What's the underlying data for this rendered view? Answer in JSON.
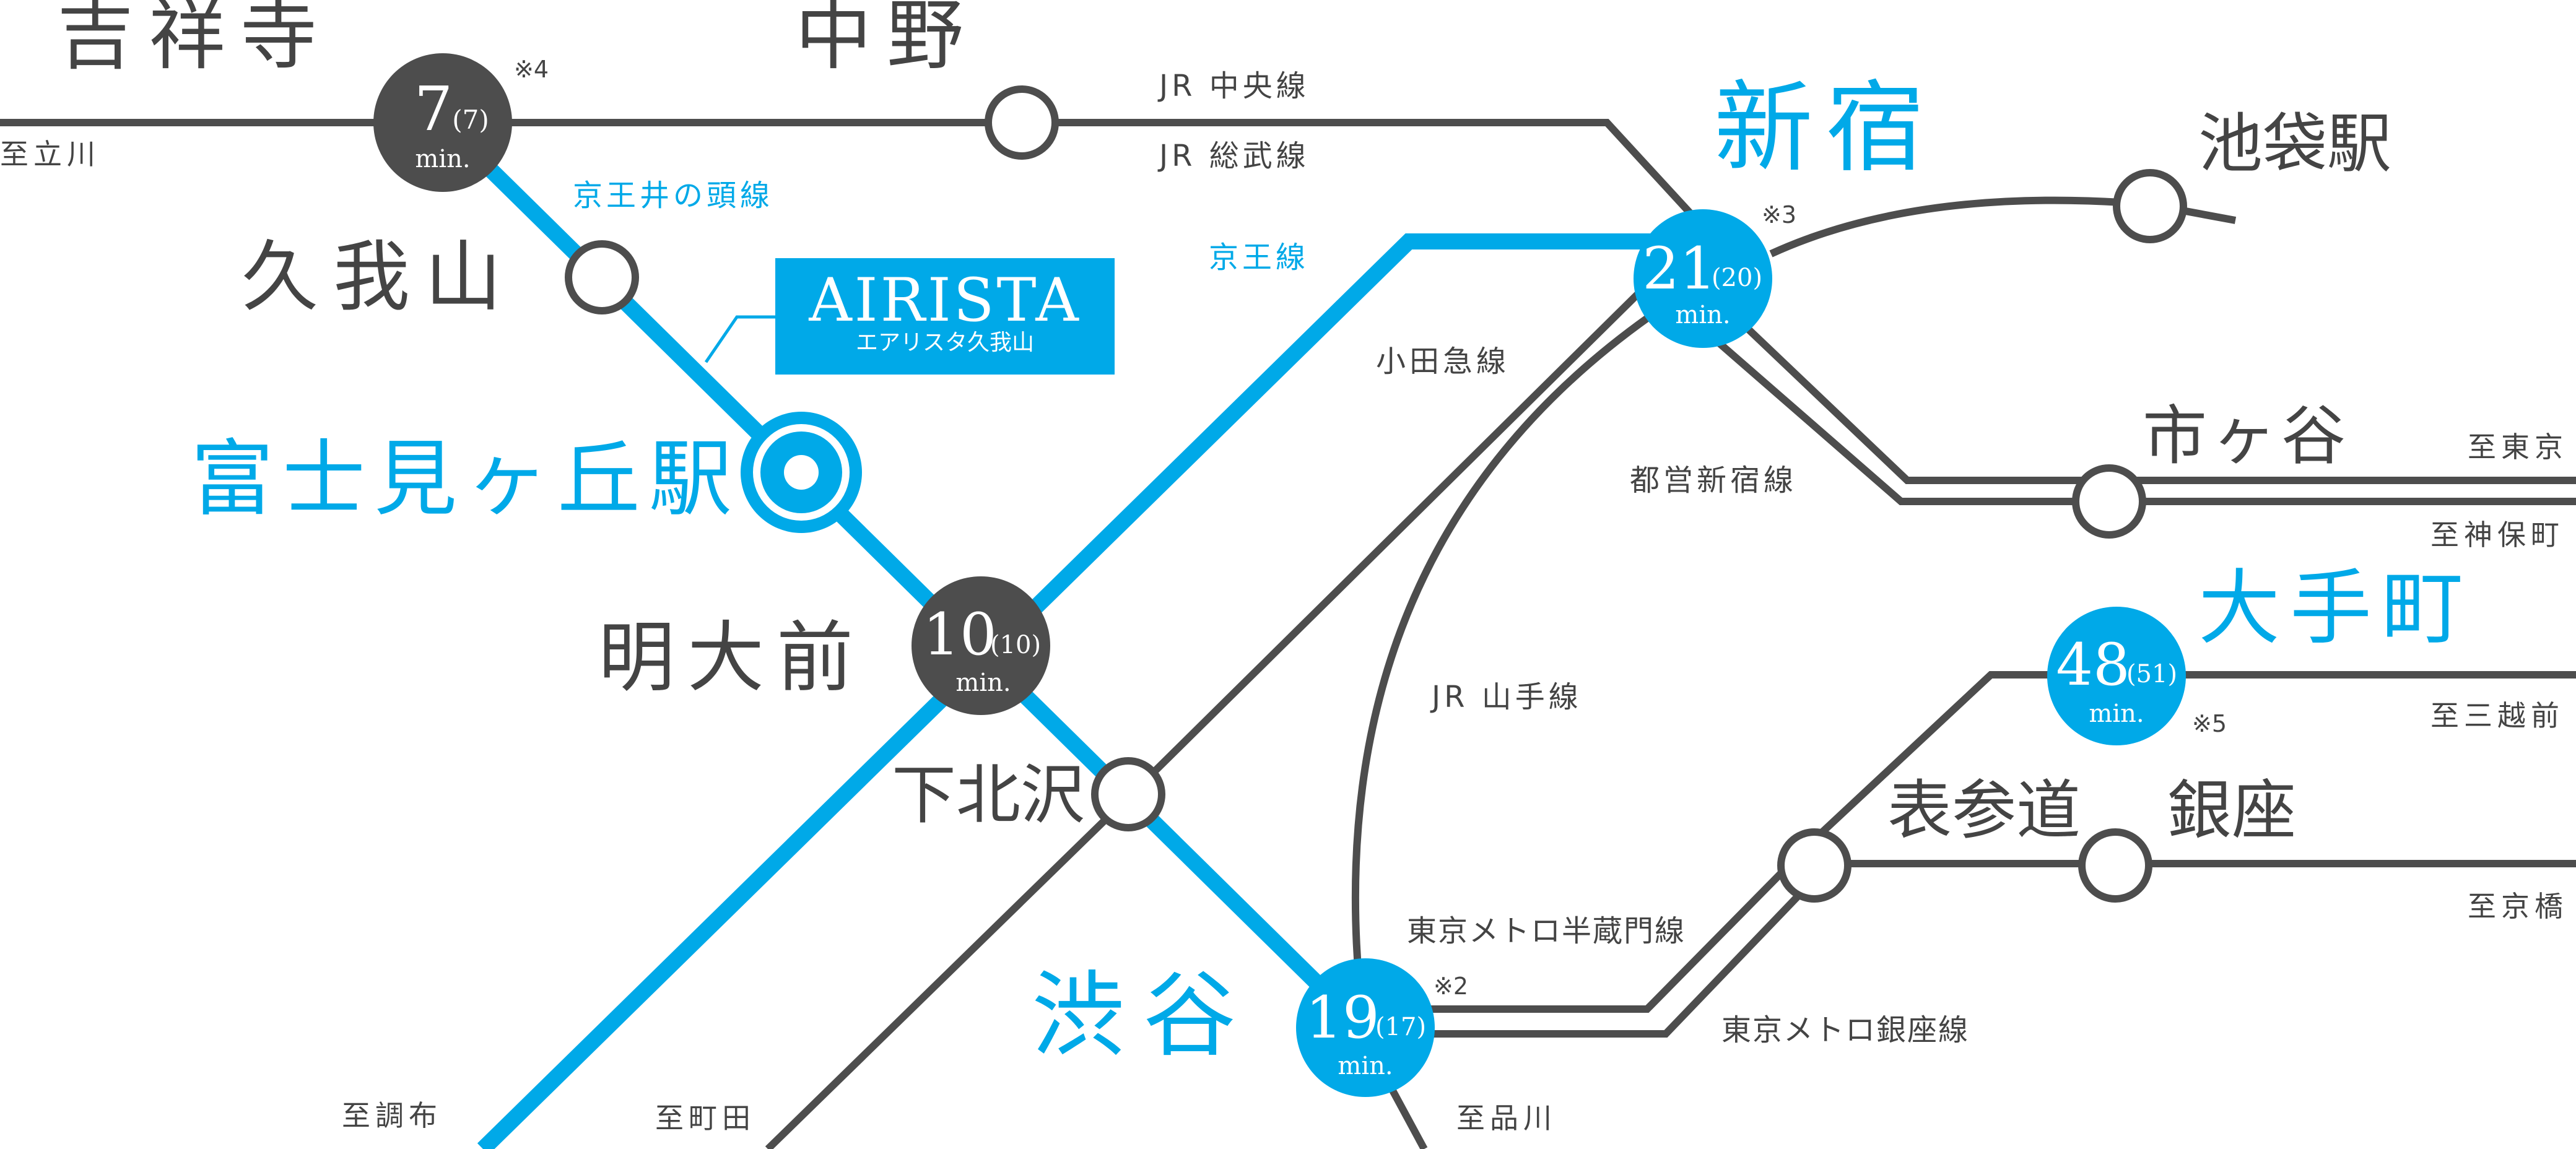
{
  "colors": {
    "accent": "#00a9e8",
    "line_gray": "#4d4d4d",
    "text_dark": "#444444",
    "text_light": "#ffffff",
    "background": "#ffffff"
  },
  "stations": {
    "kichijoji": "吉祥寺",
    "nakano": "中野",
    "shinjuku": "新宿",
    "ikebukuro": "池袋駅",
    "kugayama": "久我山",
    "fujimigaoka": "富士見ヶ丘駅",
    "meidaimae": "明大前",
    "shimokitazawa": "下北沢",
    "shibuya": "渋谷",
    "ichigaya": "市ヶ谷",
    "otemachi": "大手町",
    "omotesando": "表参道",
    "ginza": "銀座"
  },
  "lines": {
    "jr_chuo": "JR 中央線",
    "jr_sobu": "JR 総武線",
    "keio_inokashira": "京王井の頭線",
    "keio": "京王線",
    "odakyu": "小田急線",
    "toei_shinjuku": "都営新宿線",
    "jr_yamanote": "JR 山手線",
    "metro_hanzomon": "東京メトロ半蔵門線",
    "metro_ginza": "東京メトロ銀座線"
  },
  "directions": {
    "tachikawa": "至立川",
    "tokyo": "至東京",
    "jimbocho": "至神保町",
    "mitsukoshimae": "至三越前",
    "kyobashi": "至京橋",
    "chofu": "至調布",
    "machida": "至町田",
    "shinagawa": "至品川"
  },
  "times": {
    "kichijoji": {
      "main": "7",
      "sub": "(7)",
      "unit": "min.",
      "note": "※4"
    },
    "meidaimae": {
      "main": "10",
      "sub": "(10)",
      "unit": "min."
    },
    "shinjuku": {
      "main": "21",
      "sub": "(20)",
      "unit": "min.",
      "note": "※3"
    },
    "otemachi": {
      "main": "48",
      "sub": "(51)",
      "unit": "min.",
      "note": "※5"
    },
    "shibuya": {
      "main": "19",
      "sub": "(17)",
      "unit": "min.",
      "note": "※2"
    }
  },
  "brand": {
    "name": "AIRISTA",
    "subtitle": "エアリスタ久我山"
  }
}
